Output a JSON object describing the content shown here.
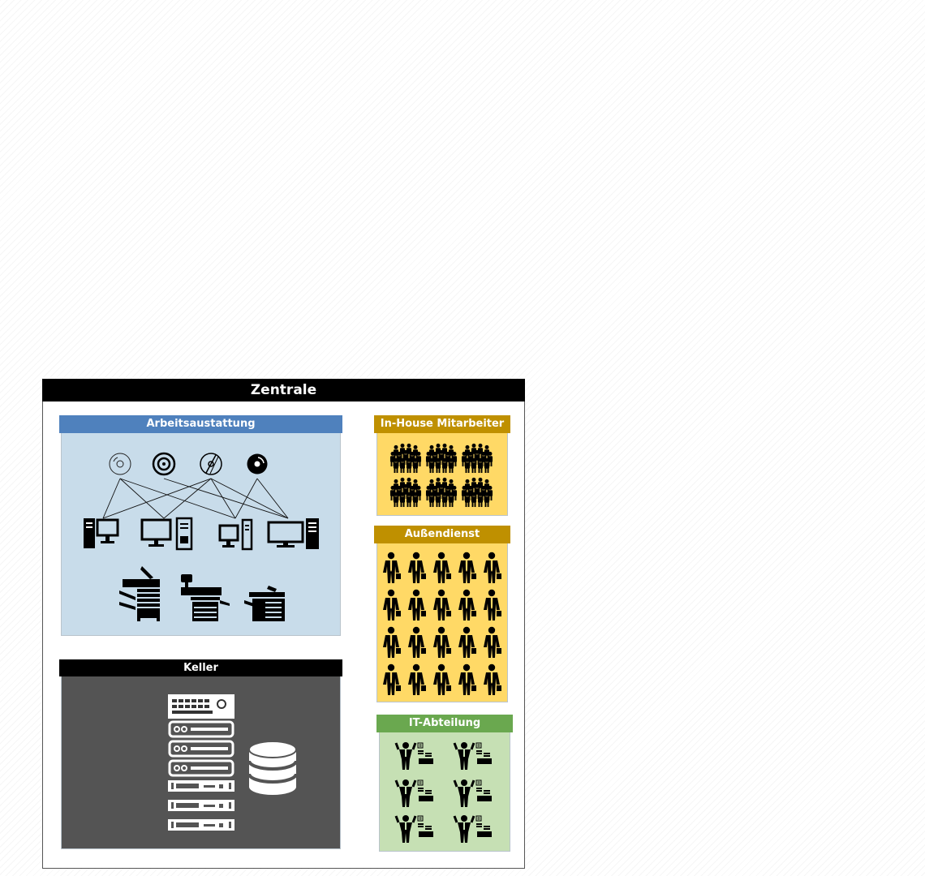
{
  "title": "Zentrale",
  "sections": {
    "arbeitsausstattung": {
      "label": "Arbeitsaustattung",
      "header_color": "#4f81bd",
      "body_color": "#c8dcea"
    },
    "keller": {
      "label": "Keller",
      "header_color": "#000000",
      "body_color": "#545454"
    },
    "inhouse": {
      "label": "In-House Mitarbeiter",
      "header_color": "#bf9000",
      "body_color": "#ffd966"
    },
    "aussendienst": {
      "label": "Außendienst",
      "header_color": "#bf9000",
      "body_color": "#ffd966"
    },
    "it": {
      "label": "IT-Abteilung",
      "header_color": "#6aa84f",
      "body_color": "#c6e0b4"
    }
  },
  "icons": {
    "discs": [
      "cd-outline-icon",
      "cd-ring-icon",
      "cd-striped-icon",
      "cd-filled-icon"
    ],
    "computers": [
      "desktop-tower-left-icon",
      "desktop-tower-right-icon",
      "small-desktop-tower-icon",
      "wide-monitor-tower-icon"
    ],
    "printers": [
      "copier-icon",
      "large-copier-icon",
      "small-copier-icon"
    ],
    "server": "server-rack-icon",
    "database": "database-icon",
    "crowd": "crowd-icon",
    "worker": "businessman-icon",
    "it_worker": "it-worker-desk-icon"
  },
  "counts": {
    "inhouse_groups": 6,
    "aussendienst_persons": 20,
    "it_staff": 6
  }
}
